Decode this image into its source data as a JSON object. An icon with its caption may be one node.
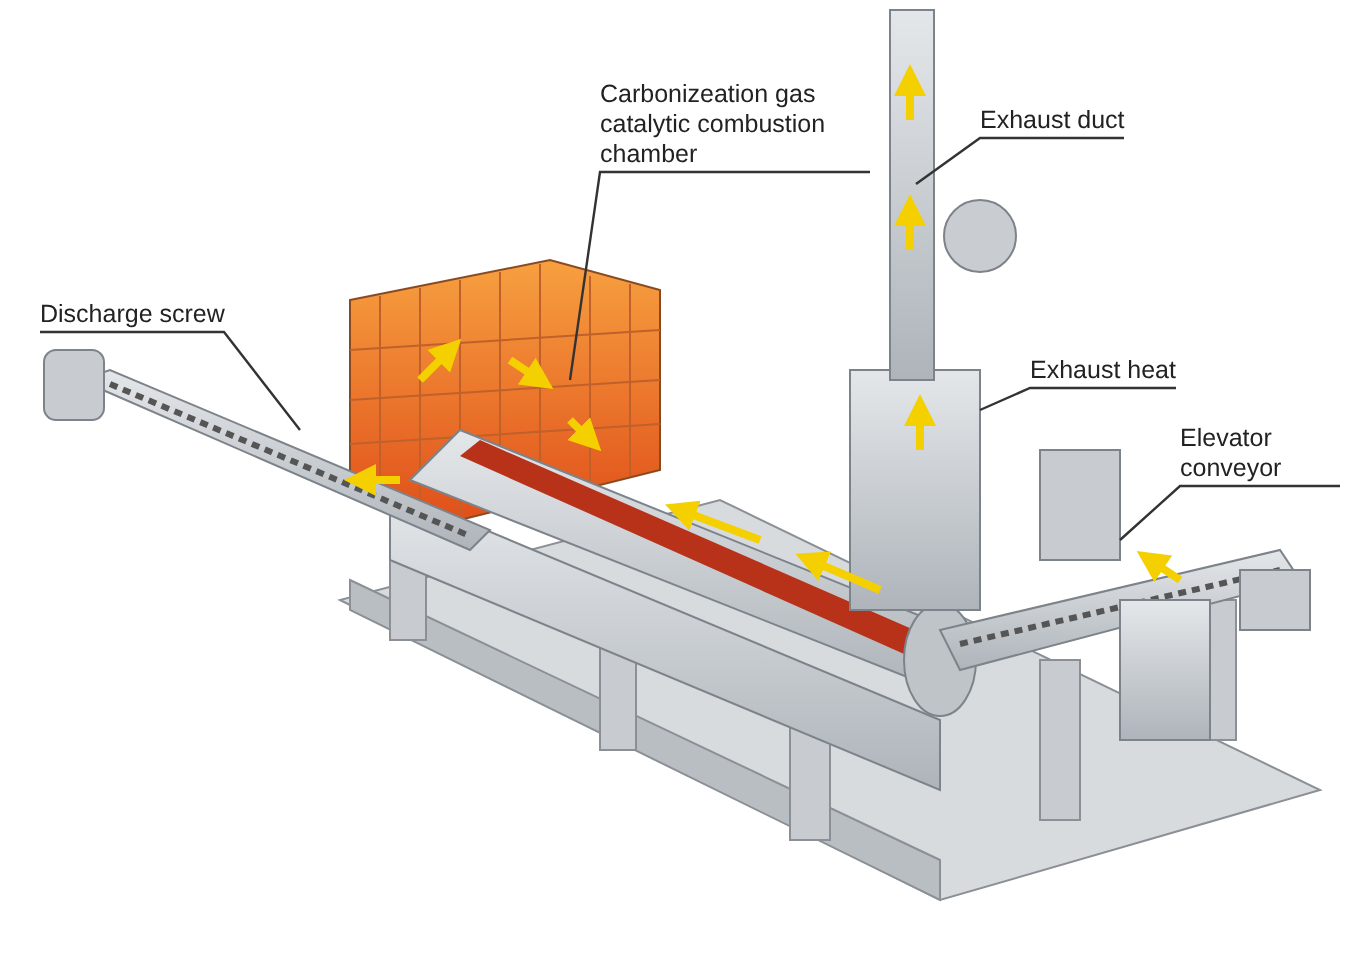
{
  "diagram": {
    "nodes": [
      {
        "text": [
          "Discharge screw"
        ]
      },
      {
        "text": [
          "Carbonizeation gas catalytic combustion chamber"
        ]
      },
      {
        "text": [
          "Exhaust duct"
        ]
      },
      {
        "text": [
          "Exhaust heat"
        ]
      },
      {
        "text": [
          "Elevator conveyor"
        ]
      }
    ],
    "edges": [
      {
        "from": 0,
        "to": null,
        "arrow": "none"
      },
      {
        "from": 1,
        "to": null,
        "arrow": "none"
      },
      {
        "from": 2,
        "to": null,
        "arrow": "none"
      },
      {
        "from": 3,
        "to": null,
        "arrow": "none"
      },
      {
        "from": 4,
        "to": null,
        "arrow": "none"
      }
    ]
  }
}
